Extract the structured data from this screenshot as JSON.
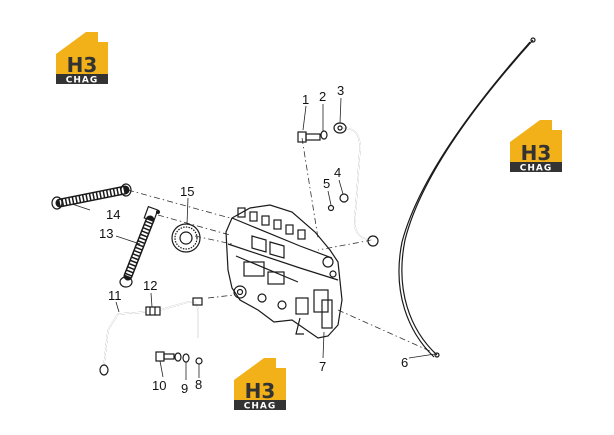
{
  "colors": {
    "logo_gold": "#f2b019",
    "logo_dark": "#333333",
    "logo_text": "#ffffff",
    "line": "#1a1a1a"
  },
  "logos": [
    {
      "big": "H3",
      "small": "CHAG"
    },
    {
      "big": "H3",
      "small": "CHAG"
    },
    {
      "big": "H3",
      "small": "CHAG"
    }
  ],
  "callouts": [
    {
      "label": "1"
    },
    {
      "label": "2"
    },
    {
      "label": "3"
    },
    {
      "label": "4"
    },
    {
      "label": "5"
    },
    {
      "label": "6"
    },
    {
      "label": "7"
    },
    {
      "label": "8"
    },
    {
      "label": "9"
    },
    {
      "label": "10"
    },
    {
      "label": "11"
    },
    {
      "label": "12"
    },
    {
      "label": "13"
    },
    {
      "label": "14"
    },
    {
      "label": "15"
    }
  ]
}
